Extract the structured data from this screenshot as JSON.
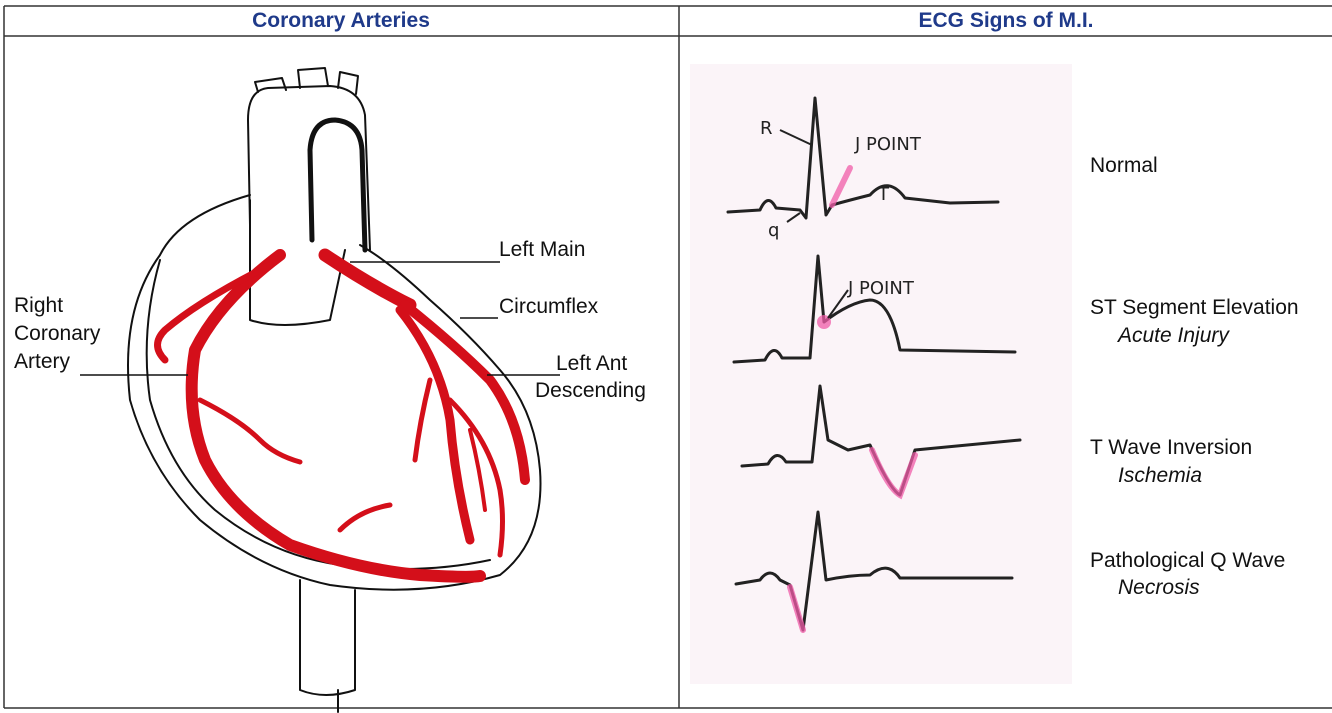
{
  "headers": {
    "left": "Coronary Arteries",
    "right": "ECG Signs of M.I."
  },
  "colors": {
    "title": "#1f3a8a",
    "artery": "#d40f1a",
    "highlight": "#f05ca8",
    "ecg_background": "#fbf4f8"
  },
  "artery_labels": {
    "left_main": "Left Main",
    "circumflex": "Circumflex",
    "rca_line1": "Right",
    "rca_line2": "Coronary",
    "rca_line3": "Artery",
    "lad_line1": "Left Ant",
    "lad_line2": "Descending"
  },
  "ecg_annotations": {
    "r": "R",
    "q": "q",
    "t": "T",
    "j_point_1": "J POINT",
    "j_point_2": "J POINT"
  },
  "ecg_rows": [
    {
      "title": "Normal",
      "subtitle": ""
    },
    {
      "title": "ST Segment Elevation",
      "subtitle": "Acute Injury"
    },
    {
      "title": "T Wave Inversion",
      "subtitle": "Ischemia"
    },
    {
      "title": "Pathological Q Wave",
      "subtitle": "Necrosis"
    }
  ]
}
